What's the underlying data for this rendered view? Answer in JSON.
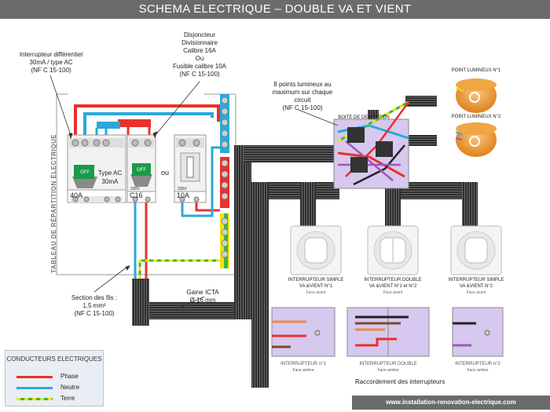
{
  "title": "SCHEMA ELECTRIQUE – DOUBLE VA ET VIENT",
  "panel": {
    "vertical_label": "TABLEAU DE RÉPARTITION ÉLECTRIQUE",
    "differentiel": {
      "label_top": "Interrupteur différentiel",
      "label_mid": "30mA / type AC",
      "label_norm": "(NF C 15-100)",
      "rating": "40A",
      "type": "Type AC",
      "sensitivity": "30mA",
      "off": "OFF"
    },
    "disjoncteur": {
      "label1": "Disjoncteur",
      "label2": "Divisionnaire",
      "label3": "Calibre 16A",
      "label4": "Ou",
      "label5": "Fusible calibre 10A",
      "label6": "(NF C 15-100)",
      "rating": "C16",
      "off": "OFF",
      "voltage": "230V"
    },
    "fusible": {
      "rating": "10A",
      "voltage": "230V"
    },
    "ou": "ou",
    "section_label1": "Section des fils :",
    "section_label2": "1,5 mm²",
    "section_label3": "(NF C 15-100)"
  },
  "gaine": {
    "label1": "Gaine ICTA",
    "label2": "Ø 16 mm"
  },
  "points_note": {
    "l1": "8 points lumineux au",
    "l2": "maximum sur chaque",
    "l3": "circuit",
    "l4": "(NF C 15-100)"
  },
  "boite": "BOITE DE DERIVATION",
  "point1": "POINT LUMINEUX N°1",
  "point2": "POINT LUMINEUX N°2",
  "switches": [
    {
      "l1": "INTERRUPTEUR SIMPLE",
      "l2": "VA &VIENT N°1",
      "face": "Face avant"
    },
    {
      "l1": "INTERRUPTEUR DOUBLE",
      "l2": "VA &VIENT N°1 et N°2",
      "face": "Face avant"
    },
    {
      "l1": "INTERRUPTEUR SIMPLE",
      "l2": "VA &VIENT N°2",
      "face": "Face avant"
    }
  ],
  "back_labels": [
    {
      "l1": "INTERRUPTEUR n°1",
      "face": "Face arrière"
    },
    {
      "l1": "INTERRUPTEUR DOUBLE",
      "face": "Face arrière"
    },
    {
      "l1": "INTERRUPTEUR n°2",
      "face": "Face arrière"
    }
  ],
  "raccordement": "Raccordement des interrupteurs",
  "legend": {
    "title": "CONDUCTEURS ELECTRIQUES",
    "phase": "Phase",
    "neutre": "Neutre",
    "terre": "Terre"
  },
  "footer": "www.installation-renovation-electrique.com",
  "colors": {
    "phase": "#e8312b",
    "neutre": "#2aa9d8",
    "terre_green": "#3bb34a",
    "terre_yellow": "#f2e400",
    "gaine": "#2b2b2b",
    "module_green": "#1a9a4a",
    "box_purple": "#d7c8f0"
  }
}
